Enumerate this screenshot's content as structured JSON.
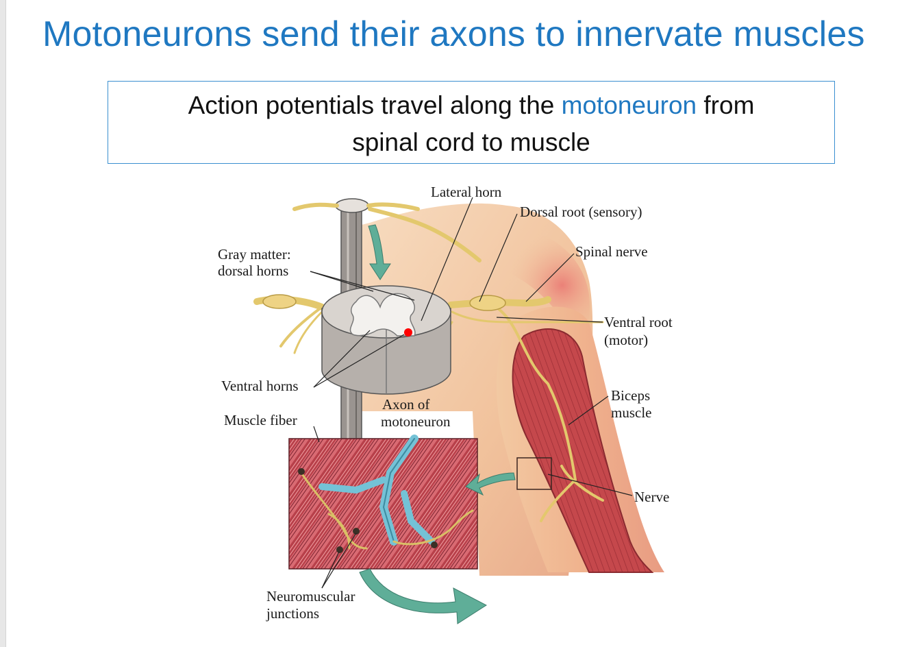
{
  "slide": {
    "title": "Motoneurons send their axons to innervate muscles",
    "callout": {
      "line1_before": "Action potentials travel along the ",
      "line1_highlight": "motoneuron",
      "line1_after": " from",
      "line2": "spinal cord to muscle"
    }
  },
  "figure": {
    "labels": {
      "lateral_horn": "Lateral horn",
      "dorsal_root": "Dorsal root (sensory)",
      "spinal_nerve": "Spinal nerve",
      "gray_matter_1": "Gray matter:",
      "gray_matter_2": "dorsal horns",
      "ventral_root_1": "Ventral root",
      "ventral_root_2": "(motor)",
      "ventral_horns": "Ventral horns",
      "biceps_1": "Biceps",
      "biceps_2": "muscle",
      "muscle_fiber": "Muscle fiber",
      "axon_1": "Axon of",
      "axon_2": "motoneuron",
      "nerve": "Nerve",
      "nmj_1": "Neuromuscular",
      "nmj_2": "junctions"
    },
    "colors": {
      "title_blue": "#1f78c1",
      "skin": "#f2c9a2",
      "muscle": "#c4474a",
      "nerve": "#e9d37a",
      "arrow": "#5fae98",
      "axon_sheath": "#74c2d6",
      "motoneuron_dot": "#ff0000"
    }
  }
}
